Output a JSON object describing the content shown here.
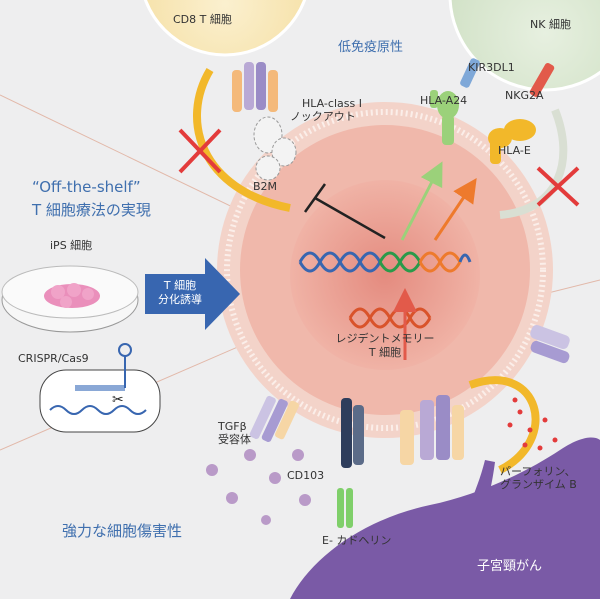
{
  "labels": {
    "cd8": "CD8 T 細胞",
    "low_immuno": "低免疫原性",
    "nk": "NK 細胞",
    "kir": "KIR3DL1",
    "hla_a24": "HLA-A24",
    "nkg2a": "NKG2A",
    "hla_e": "HLA-E",
    "hla_class_line1": "HLA-class I",
    "hla_class_line2": "ノックアウト",
    "b2m": "B2M",
    "offshelf_line1": "“Off-the-shelf”",
    "offshelf_line2": "T 細胞療法の実現",
    "ips": "iPS 細胞",
    "arrow_line1": "T 細胞",
    "arrow_line2": "分化誘導",
    "crispr": "CRISPR/Cas9",
    "resident_line1": "レジデントメモリー",
    "resident_line2": "T 細胞",
    "tgfb_line1": "TGFβ",
    "tgfb_line2": "受容体",
    "cd103": "CD103",
    "perforin_line1": "パーフォリン、",
    "perforin_line2": "グランザイム B",
    "cytotox": "強力な細胞傷害性",
    "ecad": "E- カドヘリン",
    "cervical": "子宮頸がん"
  },
  "colors": {
    "background": "#eeeeef",
    "cell_outer": "#f3cfc5",
    "cell_inner": "#eda194",
    "tumor": "#7a5aa6",
    "arrow_blue": "#3866b0",
    "cross_red": "#e33b3b",
    "text_blue": "#3f6fae"
  }
}
